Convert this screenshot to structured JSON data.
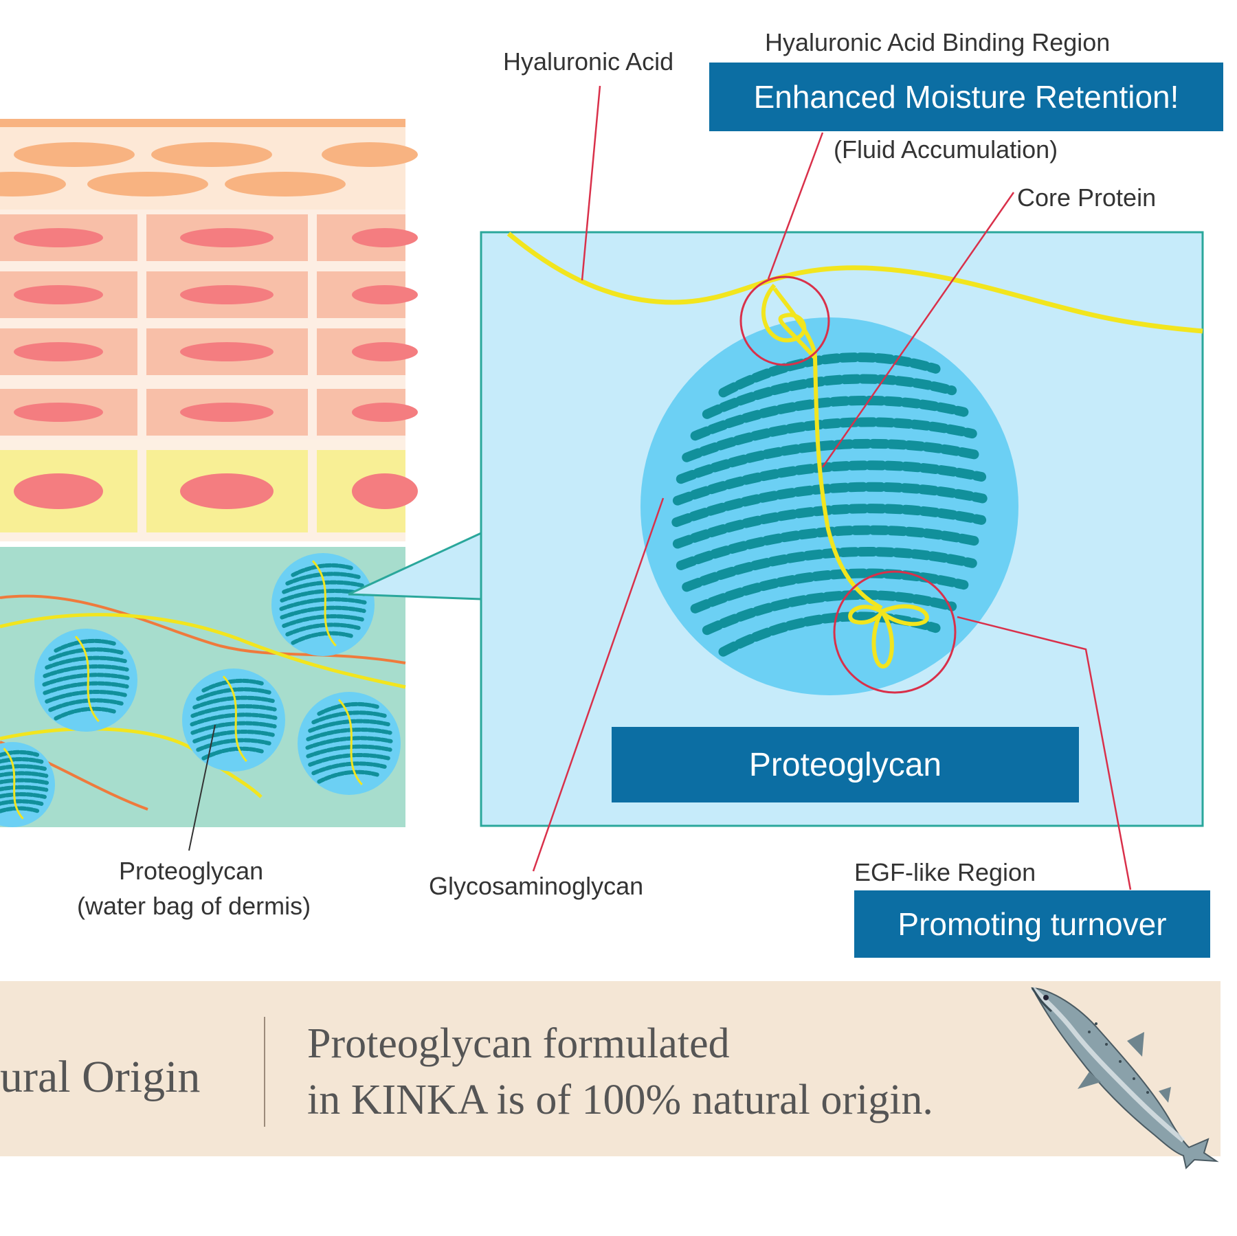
{
  "colors": {
    "box_blue": "#0c6ea3",
    "leader_red": "#d9304a",
    "panel_fill": "#c6ebfa",
    "panel_border": "#2aa79b",
    "hyaluronic_yellow": "#f2e51e",
    "gag_teal": "#11909b",
    "blob_blue": "#6cd0f4",
    "banner_beige": "#f4e6d5"
  },
  "labels": {
    "hyaluronic_acid": "Hyaluronic Acid",
    "binding_region": "Hyaluronic Acid Binding Region",
    "fluid_accumulation": "(Fluid Accumulation)",
    "core_protein": "Core Protein",
    "egf_region": "EGF-like Region",
    "glycosaminoglycan": "Glycosaminoglycan",
    "proteoglycan_small": "Proteoglycan",
    "water_bag": "(water bag of dermis)"
  },
  "boxes": {
    "moisture": "Enhanced Moisture Retention!",
    "proteoglycan": "Proteoglycan",
    "turnover": "Promoting turnover"
  },
  "banner": {
    "left_text": "ural Origin",
    "line1": "Proteoglycan formulated",
    "line2": "in KINKA is of 100% natural origin."
  },
  "icons": {
    "fish": "salmon-illustration"
  }
}
